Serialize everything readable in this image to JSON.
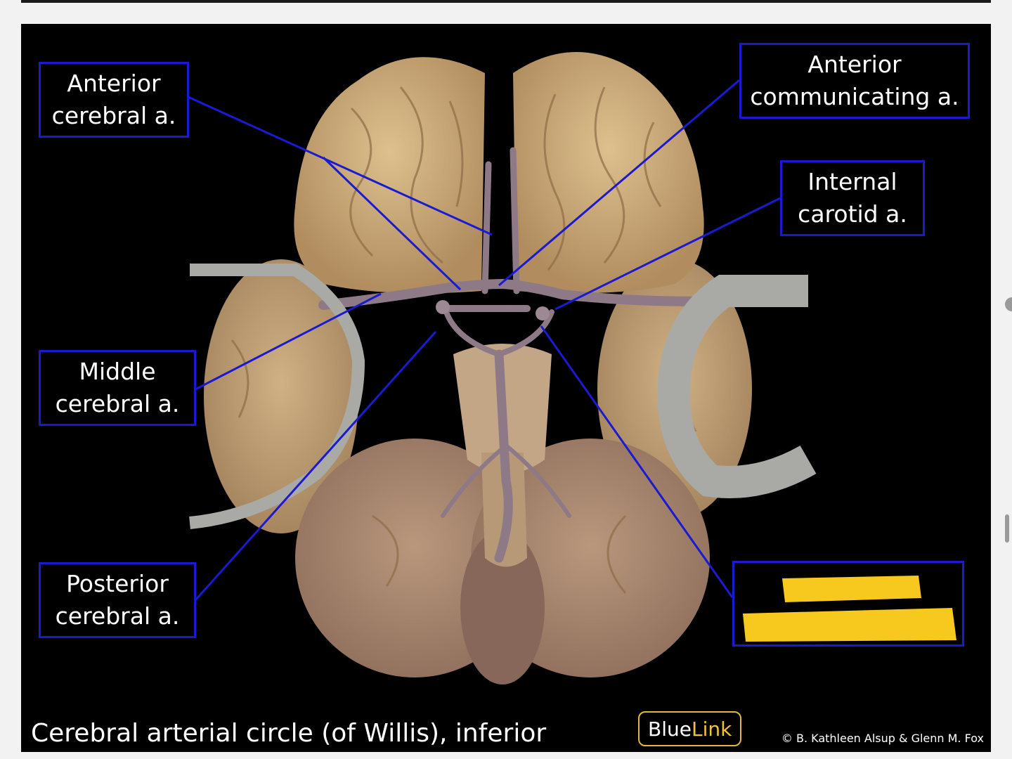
{
  "labels": {
    "anterior_cerebral": "Anterior\ncerebral a.",
    "anterior_communicating": "Anterior\ncommunicating a.",
    "internal_carotid": "Internal\ncarotid a.",
    "middle_cerebral": "Middle\ncerebral a.",
    "posterior_cerebral": "Posterior\ncerebral a."
  },
  "caption": "Cerebral arterial circle (of Willis), inferior",
  "brand": {
    "part1": "Blue",
    "part2": "Link"
  },
  "copyright": "© B. Kathleen Alsup & Glenn M. Fox",
  "colors": {
    "leader_line": "#1a1ad0",
    "label_border": "#1a1ad0",
    "highlight": "#f7c81e",
    "brain_tissue": "#c9a779",
    "vessel": "#8e7a86",
    "retractor": "#a9aaa6"
  },
  "icons": [
    "brain-specimen-image",
    "highlighter-mark"
  ]
}
